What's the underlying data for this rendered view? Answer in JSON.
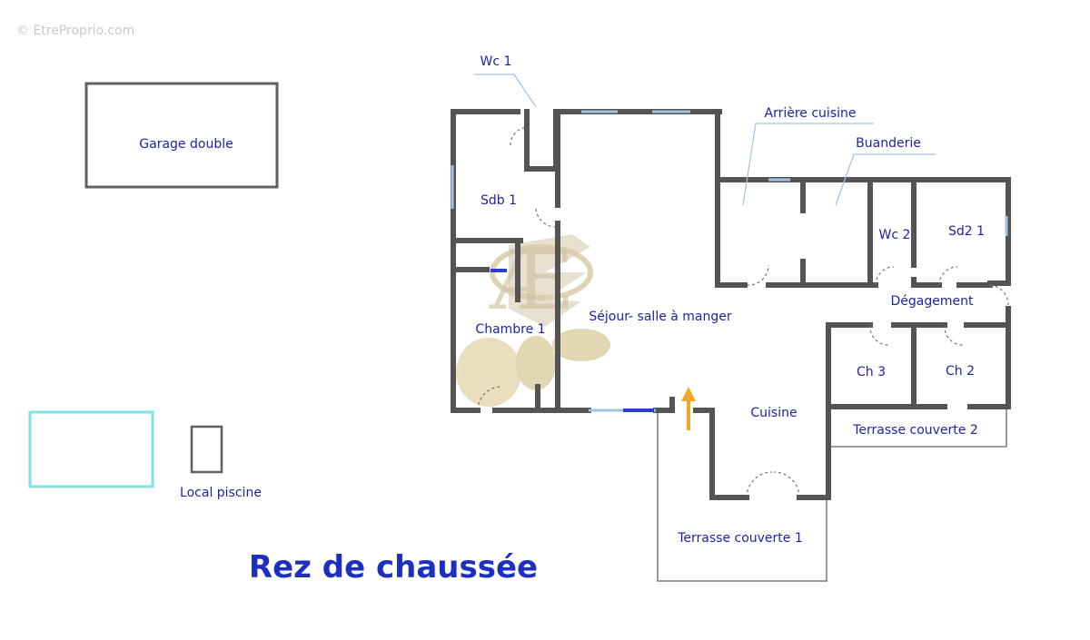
{
  "watermark": "© EtreProprio.com",
  "title": "Rez de chaussée",
  "rooms": {
    "wc1": "Wc 1",
    "garage": "Garage double",
    "arriere_cuisine": "Arrière cuisine",
    "buanderie": "Buanderie",
    "sdb1": "Sdb 1",
    "wc2": "Wc 2",
    "sd2": "Sd2 1",
    "degagement": "Dégagement",
    "chambre1": "Chambre 1",
    "sejour": "Séjour- salle à manger",
    "ch3": "Ch 3",
    "ch2": "Ch 2",
    "cuisine": "Cuisine",
    "terrasse2": "Terrasse couverte 2",
    "local_piscine": "Local piscine",
    "terrasse1": "Terrasse couverte 1"
  },
  "colors": {
    "wall": "#545454",
    "label": "#1f1fa6",
    "title": "#1c2fc0",
    "window": "#9fc3e0",
    "pool": "#7fe3e5",
    "arrow": "#f5a623",
    "logo": "#b08c3c"
  }
}
